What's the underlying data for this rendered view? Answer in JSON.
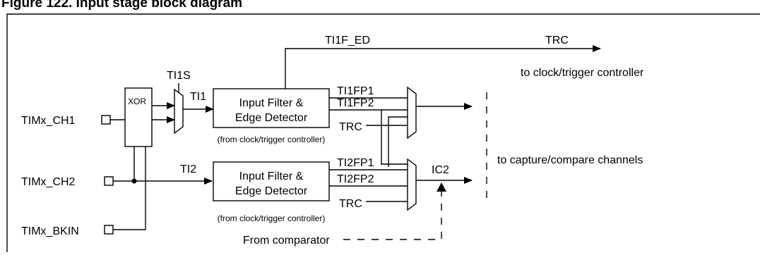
{
  "figure": {
    "title": "Figure 122. Input stage block diagram"
  },
  "inputs": {
    "ch1": "TIMx_CH1",
    "ch2": "TIMx_CH2",
    "bkin": "TIMx_BKIN"
  },
  "xor": {
    "label": "XOR"
  },
  "mux_select": {
    "label": "TI1S"
  },
  "signals": {
    "ti1": "TI1",
    "ti2": "TI2",
    "ti1f_ed": "TI1F_ED",
    "trc_out": "TRC",
    "ti1fp1": "TI1FP1",
    "ti1fp2": "TI1FP2",
    "ti2fp1": "TI2FP1",
    "ti2fp2": "TI2FP2",
    "trc_upper": "TRC",
    "trc_lower": "TRC",
    "ic2": "IC2"
  },
  "filters": {
    "upper": {
      "line1": "Input Filter &",
      "line2": "Edge Detector"
    },
    "lower": {
      "line1": "Input Filter &",
      "line2": "Edge Detector"
    }
  },
  "notes": {
    "from_ctrl_upper": "(from clock/trigger controller)",
    "from_ctrl_lower": "(from clock/trigger controller)",
    "to_clock_trigger": "to clock/trigger controller",
    "to_capture": "to capture/compare channels",
    "from_comparator": "From comparator"
  }
}
